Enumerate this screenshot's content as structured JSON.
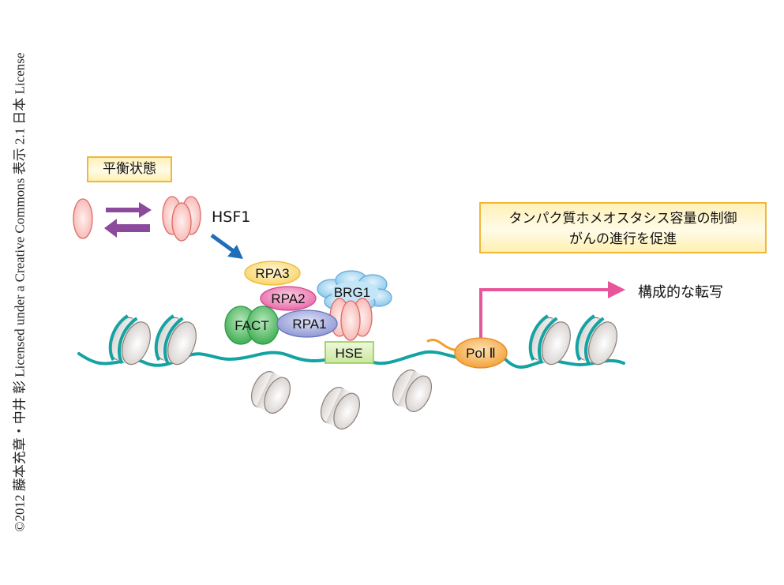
{
  "copyright": "©2012 藤本充章・中井 彰 Licensed under a Creative Commons 表示 2.1 日本 License",
  "equilibrium_box": {
    "label": "平衡状態"
  },
  "hsf1_label": "HSF1",
  "effect_box": {
    "line1": "タンパク質ホメオスタシス容量の制御",
    "line2": "がんの進行を促進"
  },
  "transcription_label": "構成的な転写",
  "complex": {
    "rpa3": "RPA3",
    "rpa2": "RPA2",
    "rpa1": "RPA1",
    "fact": "FACT",
    "brg1": "BRG1",
    "hse": "HSE"
  },
  "pol2_label": "Pol Ⅱ",
  "colors": {
    "dna": "#14a3a3",
    "hsf1_fill": "#f9c4c0",
    "hsf1_stroke": "#e06a6a",
    "equilibrium_arrow": "#8c4a9c",
    "hsf1_arrow": "#1f6fb8",
    "rpa3": "#fbe08a",
    "rpa2": "#ef8fbf",
    "rpa1": "#a7aedf",
    "fact": "#5cbf6a",
    "brg1": "#a9d6f2",
    "hse": "#d9efb8",
    "pol2": "#f8b860",
    "transcription_arrow": "#e8559a",
    "histone": "#e6e2e0",
    "box_border": "#f2b63a"
  }
}
